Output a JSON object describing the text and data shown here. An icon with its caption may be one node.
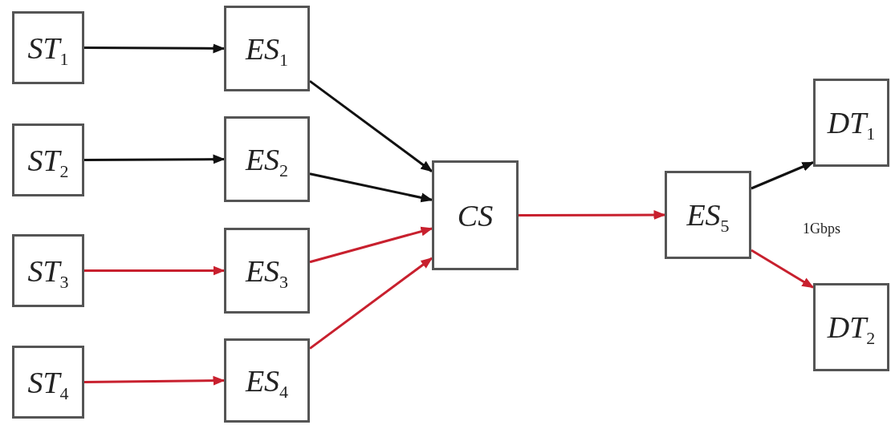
{
  "diagram": {
    "nodes": [
      {
        "text": [
          "ST$_{1}$"
        ]
      },
      {
        "text": [
          "ST$_{2}$"
        ]
      },
      {
        "text": [
          "ST$_{3}$"
        ]
      },
      {
        "text": [
          "ST$_{4}$"
        ]
      },
      {
        "text": [
          "ES$_{1}$"
        ]
      },
      {
        "text": [
          "ES$_{2}$"
        ]
      },
      {
        "text": [
          "ES$_{3}$"
        ]
      },
      {
        "text": [
          "ES$_{4}$"
        ]
      },
      {
        "text": [
          "CS"
        ]
      },
      {
        "text": [
          "ES$_{5}$"
        ]
      },
      {
        "text": [
          "DT$_{1}$"
        ]
      },
      {
        "text": [
          "DT$_{2}$"
        ]
      }
    ],
    "edges": [
      {
        "from": 0,
        "to": 4,
        "arrow": "to",
        "color": "#111111"
      },
      {
        "from": 1,
        "to": 5,
        "arrow": "to",
        "color": "#111111"
      },
      {
        "from": 2,
        "to": 6,
        "arrow": "to"
      },
      {
        "from": 3,
        "to": 7,
        "arrow": "to"
      },
      {
        "from": 4,
        "to": 8,
        "arrow": "to",
        "color": "#111111"
      },
      {
        "from": 5,
        "to": 8,
        "arrow": "to",
        "color": "#111111"
      },
      {
        "from": 6,
        "to": 8,
        "arrow": "to"
      },
      {
        "from": 7,
        "to": 8,
        "arrow": "to"
      },
      {
        "from": 8,
        "to": 9,
        "arrow": "to"
      },
      {
        "from": 9,
        "to": 10,
        "arrow": "to",
        "color": "#111111"
      },
      {
        "from": 9,
        "to": 11,
        "arrow": "to"
      }
    ],
    "labels": [
      "1Gbps"
    ]
  }
}
